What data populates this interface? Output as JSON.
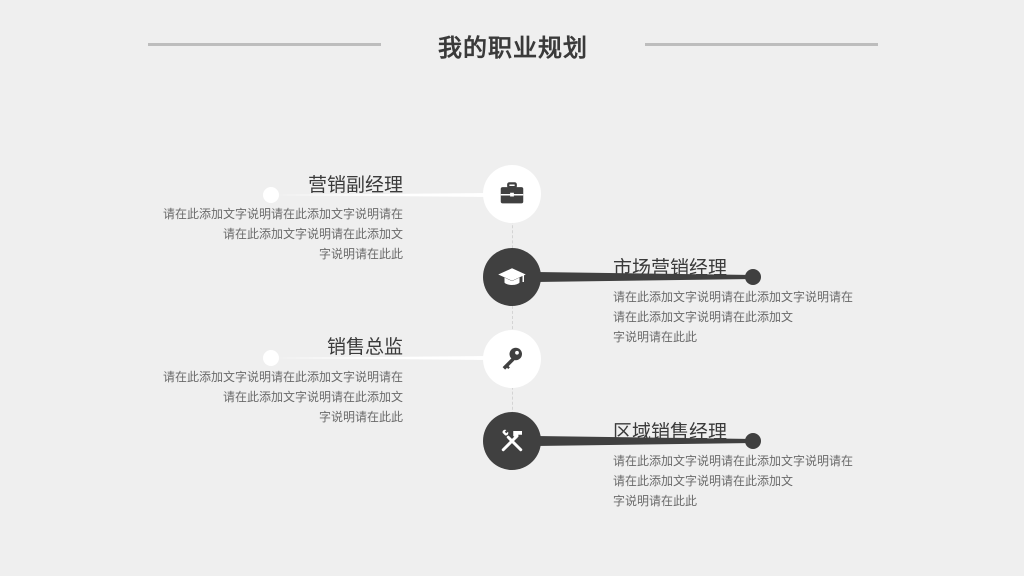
{
  "header": {
    "title": "我的职业规划"
  },
  "items": [
    {
      "title": "营销副经理",
      "desc_lines": [
        "请在此添加文字说明请在此添加文字说明请在",
        "请在此添加文字说明请在此添加文",
        "字说明请在此此"
      ],
      "icon": "briefcase-icon"
    },
    {
      "title": "市场营销经理",
      "desc_lines": [
        "请在此添加文字说明请在此添加文字说明请在",
        "请在此添加文字说明请在此添加文",
        "字说明请在此此"
      ],
      "icon": "graduation-cap-icon"
    },
    {
      "title": "销售总监",
      "desc_lines": [
        "请在此添加文字说明请在此添加文字说明请在",
        "请在此添加文字说明请在此添加文",
        "字说明请在此此"
      ],
      "icon": "key-icon"
    },
    {
      "title": "区域销售经理",
      "desc_lines": [
        "请在此添加文字说明请在此添加文字说明请在",
        "请在此添加文字说明请在此添加文",
        "字说明请在此此"
      ],
      "icon": "tools-icon"
    }
  ],
  "colors": {
    "dark": "#404040",
    "light": "#ffffff",
    "background": "#efefef"
  }
}
